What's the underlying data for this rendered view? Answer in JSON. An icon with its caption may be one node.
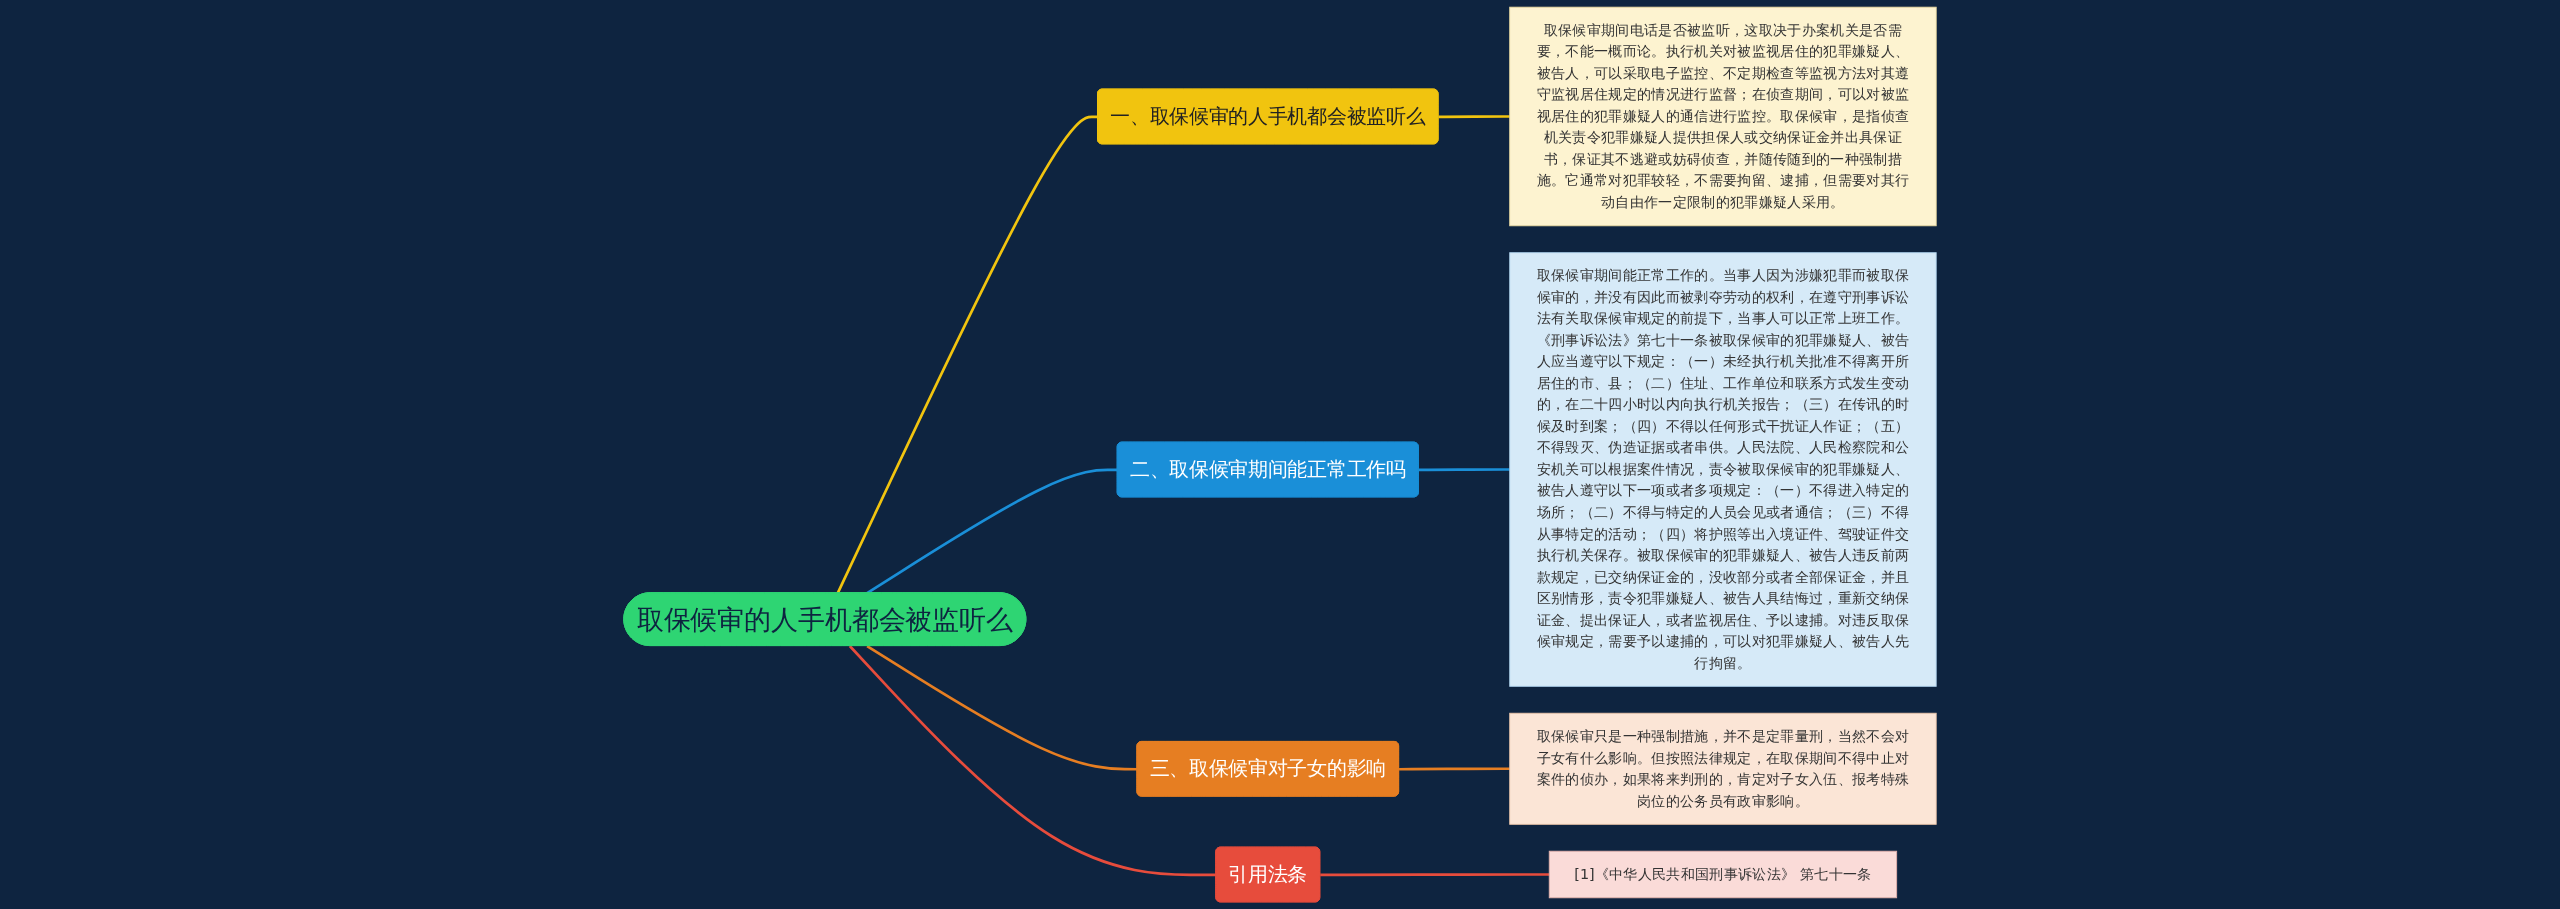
{
  "diagram": {
    "nodes": [
      {
        "text": [
          "取保候审的人手机都会被监听么"
        ]
      },
      {
        "text": [
          "一、取保候审的人手机都会被监听么"
        ]
      },
      {
        "text": [
          "取保候审期间电话是否被监听，这取决于办案机关是否需要，不能一概而论。执行机关对被监视居住的犯罪嫌疑人、被告人，可以采取电子监控、不定期检查等监视方法对其遵守监视居住规定的情况进行监督；在侦查期间，可以对被监视居住的犯罪嫌疑人的通信进行监控。取保候审，是指侦查机关责令犯罪嫌疑人提供担保人或交纳保证金并出具保证书，保证其不逃避或妨碍侦查，并随传随到的一种强制措施。它通常对犯罪较轻，不需要拘留、逮捕，但需要对其行动自由作一定限制的犯罪嫌疑人采用。"
        ]
      },
      {
        "text": [
          "二、取保候审期间能正常工作吗"
        ]
      },
      {
        "text": [
          "取保候审期间能正常工作的。当事人因为涉嫌犯罪而被取保候审的，并没有因此而被剥夺劳动的权利，在遵守刑事诉讼法有关取保候审规定的前提下，当事人可以正常上班工作。《刑事诉讼法》第七十一条被取保候审的犯罪嫌疑人、被告人应当遵守以下规定：（一）未经执行机关批准不得离开所居住的市、县；（二）住址、工作单位和联系方式发生变动的，在二十四小时以内向执行机关报告；（三）在传讯的时候及时到案；（四）不得以任何形式干扰证人作证；（五）不得毁灭、伪造证据或者串供。人民法院、人民检察院和公安机关可以根据案件情况，责令被取保候审的犯罪嫌疑人、被告人遵守以下一项或者多项规定：（一）不得进入特定的场所；（二）不得与特定的人员会见或者通信；（三）不得从事特定的活动；（四）将护照等出入境证件、驾驶证件交执行机关保存。被取保候审的犯罪嫌疑人、被告人违反前两款规定，已交纳保证金的，没收部分或者全部保证金，并且区别情形，责令犯罪嫌疑人、被告人具结悔过，重新交纳保证金、提出保证人，或者监视居住、予以逮捕。对违反取保候审规定，需要予以逮捕的，可以对犯罪嫌疑人、被告人先行拘留。"
        ]
      },
      {
        "text": [
          "三、取保候审对子女的影响"
        ]
      },
      {
        "text": [
          "取保候审只是一种强制措施，并不是定罪量刑，当然不会对子女有什么影响。但按照法律规定，在取保期间不得中止对案件的侦办，如果将来判刑的，肯定对子女入伍、报考特殊岗位的公务员有政审影响。"
        ]
      },
      {
        "text": [
          "引用法条"
        ]
      },
      {
        "text": [
          "[1]《中华人民共和国刑事诉讼法》 第七十一条"
        ]
      }
    ],
    "edges": [
      {
        "from": 0,
        "to": 1,
        "arrow": "none",
        "color": "#f1c40f"
      },
      {
        "from": 1,
        "to": 2,
        "arrow": "none",
        "color": "#f1c40f"
      },
      {
        "from": 0,
        "to": 3,
        "arrow": "none",
        "color": "#1a8fd8"
      },
      {
        "from": 3,
        "to": 4,
        "arrow": "none",
        "color": "#1a8fd8"
      },
      {
        "from": 0,
        "to": 5,
        "arrow": "none",
        "color": "#e67e22"
      },
      {
        "from": 5,
        "to": 6,
        "arrow": "none",
        "color": "#e67e22"
      },
      {
        "from": 0,
        "to": 7,
        "arrow": "none",
        "color": "#e74c3c"
      },
      {
        "from": 7,
        "to": 8,
        "arrow": "none",
        "color": "#e74c3c"
      }
    ]
  }
}
